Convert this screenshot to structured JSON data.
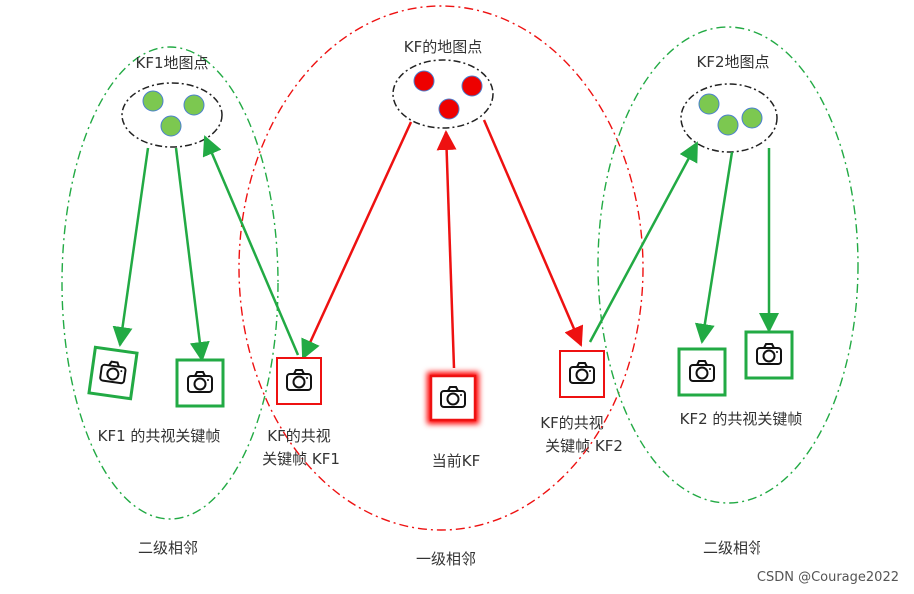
{
  "labels": {
    "kf_map_points": "KF的地图点",
    "kf1_map_points": "KF1地图点",
    "kf2_map_points": "KF2地图点",
    "kf1_covis_keyframes": "KF1 的共视关键帧",
    "covis_kf1_line1": "KF的共视",
    "covis_kf1_line2": "关键帧 KF1",
    "current_kf": "当前KF",
    "covis_kf2_line1": "KF的共视",
    "covis_kf2_line2": "关键帧 KF2",
    "kf2_covis_keyframes": "KF2 的共视关键帧",
    "second_level_left": "二级相邻",
    "first_level": "一级相邻",
    "second_level_right": "二级相邻"
  },
  "watermark": "CSDN @Courage2022",
  "colors": {
    "green": "#22aa44",
    "red": "#ee1111",
    "dark": "#222222",
    "green_point": "#7cc850",
    "red_point": "#ee0000"
  },
  "icons": [
    "camera-icon"
  ]
}
